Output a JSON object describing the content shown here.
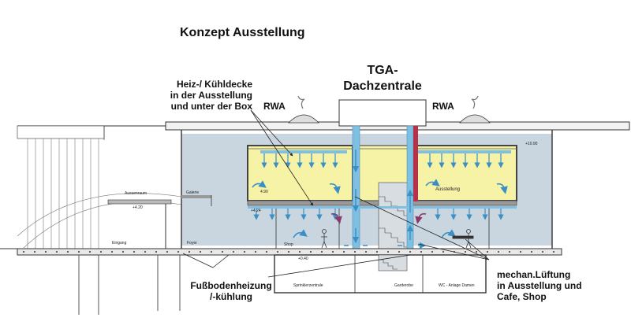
{
  "title": "Konzept Ausstellung",
  "labels": {
    "tga_line1": "TGA-",
    "tga_line2": "Dachzentrale",
    "rwa_left": "RWA",
    "rwa_right": "RWA",
    "heiz_line1": "Heiz-/ Kühldecke",
    "heiz_line2": "in der Ausstellung",
    "heiz_line3": "und unter der Box",
    "fussboden_line1": "Fußbodenheizung",
    "fussboden_line2": "/-kühlung",
    "mechan_line1": "mechan.Lüftung",
    "mechan_line2": "in Ausstellung und",
    "mechan_line3": "Cafe, Shop"
  },
  "small_labels": {
    "ausstellung": "Ausstellung",
    "aussenraum": "Aussenraum",
    "galerie": "Galerie",
    "foyer": "Foyer",
    "shop": "Shop",
    "eingang": "Eingang",
    "sprinklerzentrale": "Sprinklerzentrale",
    "garderobe": "Garderobe",
    "wc_anlage": "WC - Anlage Damen",
    "level_420": "+4.20",
    "level_424": "+4.24",
    "level_490": "4.90",
    "level_1090": "+10.90",
    "level_040": "+0.40"
  },
  "colors": {
    "air_space": "#c9d6df",
    "exhibition_box": "#f6f3a6",
    "supply_duct": "#7fc0e2",
    "exhaust_duct": "#b5324a",
    "airflow_arrow": "#3a8fc4",
    "warm_arrow": "#8a3a6a",
    "line": "#333333"
  }
}
